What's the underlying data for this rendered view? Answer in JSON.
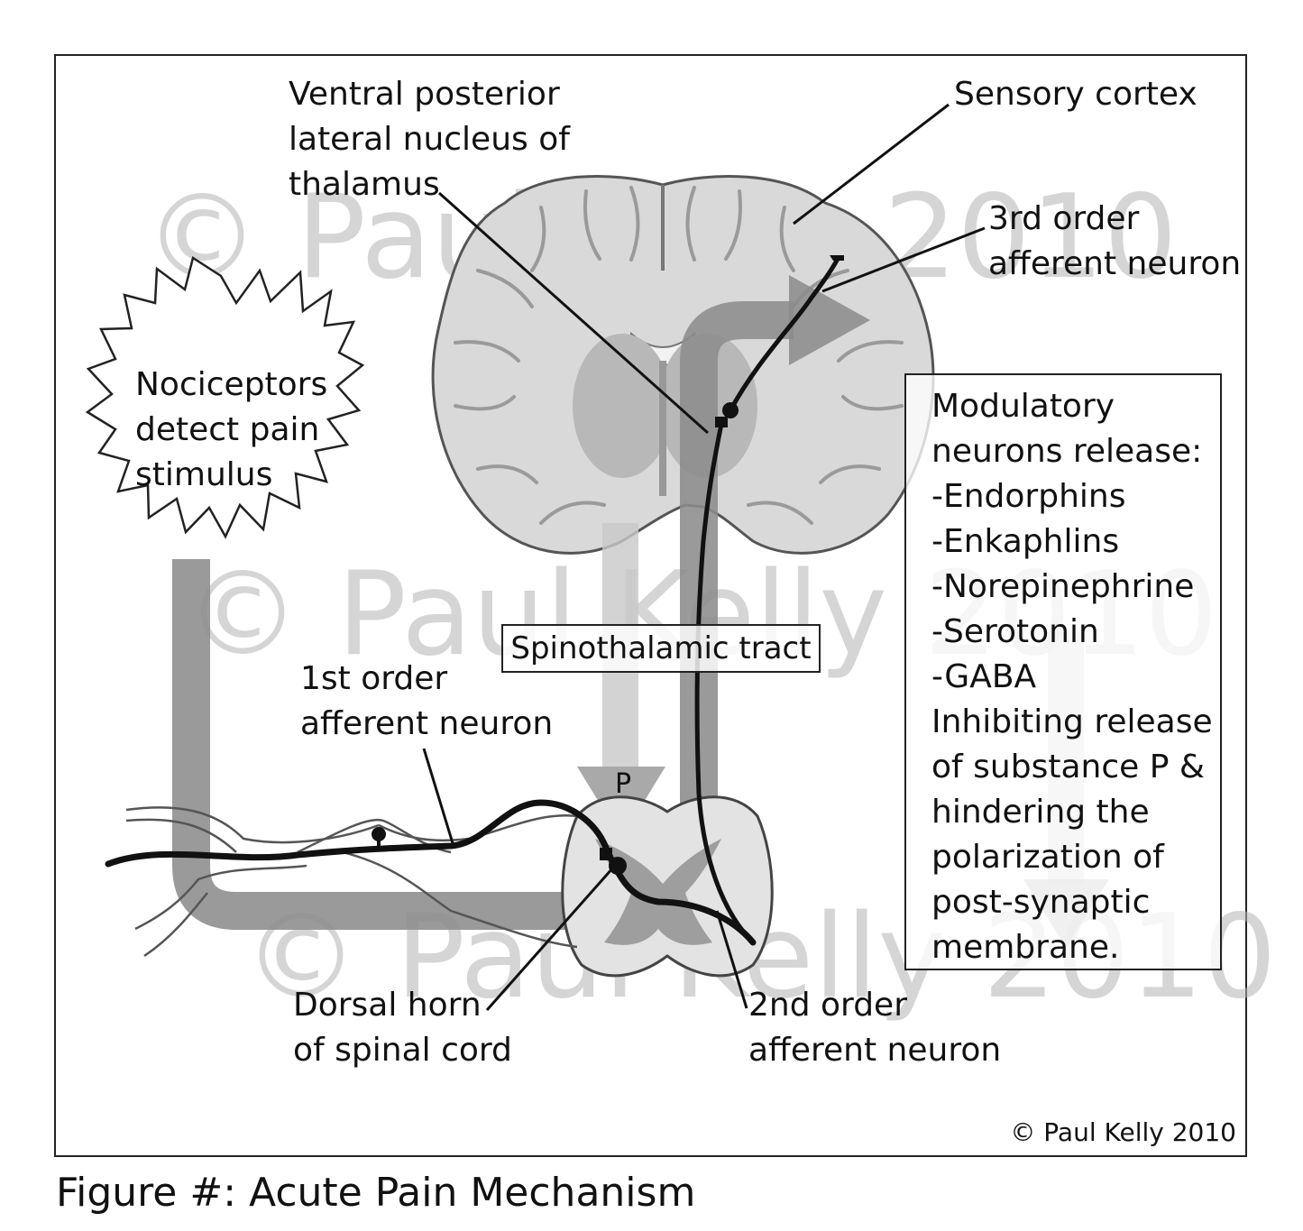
{
  "figure": {
    "caption": "Figure #: Acute Pain Mechanism",
    "copyright": "© Paul Kelly 2010",
    "watermark": "© Paul Kelly 2010"
  },
  "labels": {
    "vpl": [
      "Ventral posterior",
      "lateral nucleus of",
      "thalamus"
    ],
    "sensory_cortex": "Sensory cortex",
    "third_order": [
      "3rd order",
      "afferent neuron"
    ],
    "nociceptors": [
      "Nociceptors",
      "detect pain",
      "stimulus"
    ],
    "tract": "Spinothalamic tract",
    "first_order": [
      "1st order",
      "afferent neuron"
    ],
    "substance": "P",
    "dorsal_horn": [
      "Dorsal horn",
      "of spinal cord"
    ],
    "second_order": [
      "2nd order",
      "afferent neuron"
    ]
  },
  "modulatory": {
    "lines": [
      "Modulatory",
      "neurons release:",
      "-Endorphins",
      "-Enkaphlins",
      "-Norepinephrine",
      "-Serotonin",
      "-GABA",
      "Inhibiting release",
      "of substance P &",
      "hindering the",
      "polarization of",
      "post-synaptic",
      "membrane."
    ]
  },
  "colors": {
    "pathway_gray": "#8c8c8c",
    "brain_fill": "#d9d9d9",
    "brain_outline": "#555555",
    "neuron": "#111111"
  }
}
